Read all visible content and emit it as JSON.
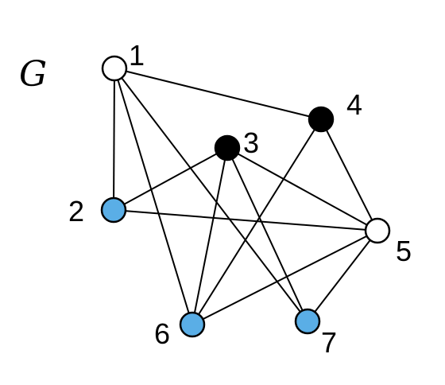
{
  "graph": {
    "title": "G",
    "colors": {
      "white": "#ffffff",
      "black": "#000000",
      "blue": "#5aaee6",
      "edge": "#000000"
    },
    "nodes": [
      {
        "id": "1",
        "label": "1",
        "color": "white"
      },
      {
        "id": "2",
        "label": "2",
        "color": "blue"
      },
      {
        "id": "3",
        "label": "3",
        "color": "black"
      },
      {
        "id": "4",
        "label": "4",
        "color": "black"
      },
      {
        "id": "5",
        "label": "5",
        "color": "white"
      },
      {
        "id": "6",
        "label": "6",
        "color": "blue"
      },
      {
        "id": "7",
        "label": "7",
        "color": "blue"
      }
    ],
    "edges": [
      [
        "1",
        "2"
      ],
      [
        "1",
        "4"
      ],
      [
        "1",
        "6"
      ],
      [
        "1",
        "7"
      ],
      [
        "2",
        "3"
      ],
      [
        "2",
        "5"
      ],
      [
        "3",
        "5"
      ],
      [
        "3",
        "6"
      ],
      [
        "3",
        "7"
      ],
      [
        "4",
        "5"
      ],
      [
        "4",
        "6"
      ],
      [
        "5",
        "6"
      ],
      [
        "5",
        "7"
      ]
    ]
  }
}
